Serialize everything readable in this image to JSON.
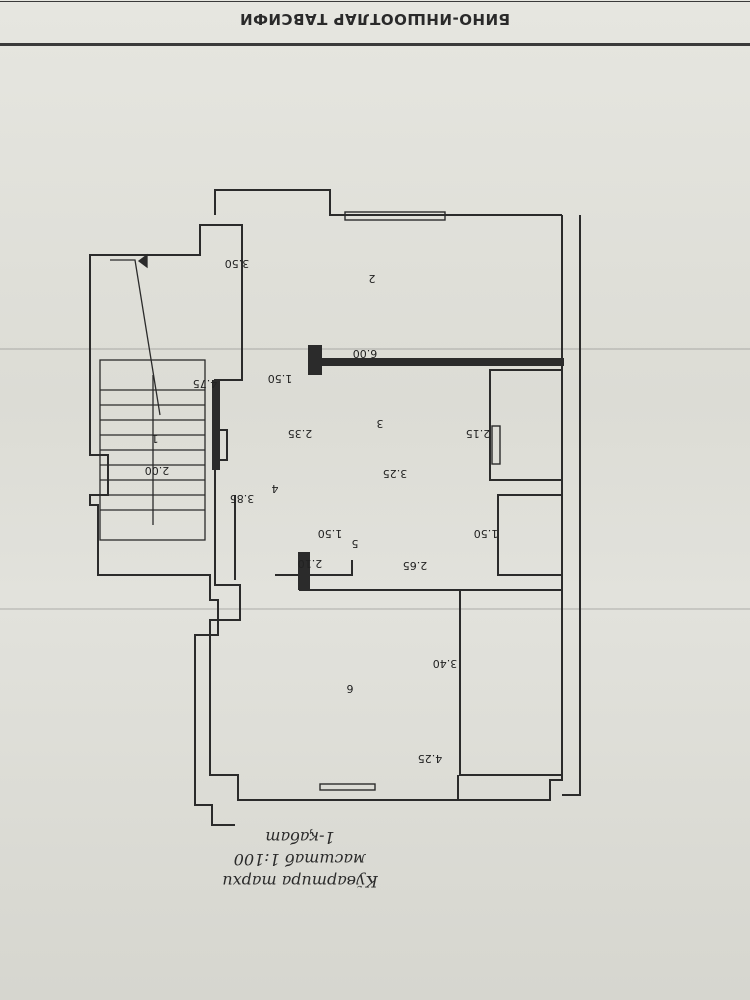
{
  "header": {
    "title": "БИНО-ИНШООТЛАР ТАВСИФИ"
  },
  "caption": {
    "line1": "Кўвартира тархи",
    "line2": "масштаб 1:100",
    "line3": "1-қабат"
  },
  "rooms": [
    {
      "number": "1"
    },
    {
      "number": "2"
    },
    {
      "number": "3"
    },
    {
      "number": "4"
    },
    {
      "number": "5"
    },
    {
      "number": "6"
    }
  ],
  "dimensions": {
    "room2_width": "6.00",
    "room2_depth": "3.50",
    "room3_width": "3.25",
    "room3_depth_left": "2.35",
    "room3_depth_right": "2.15",
    "room5_width": "2.65",
    "room5_depth_left": "1.50",
    "room5_depth_right": "1.50",
    "room6_width": "4.25",
    "room6_depth": "3.40",
    "hall_length": "3.85",
    "hall_opening": "1.50",
    "hall_width": "2.10",
    "stair_landing": "2.00",
    "stair_length": "4.75"
  },
  "colors": {
    "ink": "#2b2b2b",
    "paper": "#e2e2dc"
  }
}
